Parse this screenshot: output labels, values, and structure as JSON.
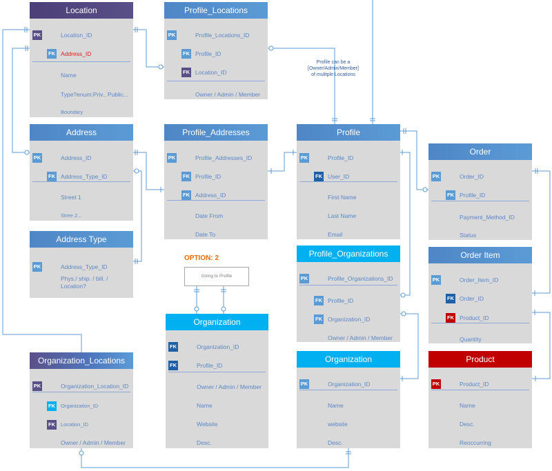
{
  "colors": {
    "header_blue": "#5b9bd5",
    "header_purple": "#5a5088",
    "header_cyan": "#00b0f0",
    "header_red": "#c00000",
    "body_gray": "#d9d9d9",
    "field_text": "#5b86c6",
    "connector": "#5b9bd5",
    "option_orange": "#e46c0a"
  },
  "tables": {
    "location": {
      "title": "Location",
      "fields": [
        {
          "key": "PK",
          "name": "Location_ID"
        },
        {
          "key": "FK",
          "name": "Address_ID"
        },
        {
          "name": "Name"
        },
        {
          "name": "Type?enum:Priv., Public..."
        },
        {
          "name": "Boundary"
        }
      ]
    },
    "profile_locations": {
      "title": "Profile_Locations",
      "fields": [
        {
          "key": "PK",
          "name": "Profile_Locations_ID"
        },
        {
          "key": "FK",
          "name": "Profile_ID"
        },
        {
          "key": "FK",
          "name": "Location_ID"
        },
        {
          "name": "Owner / Admin / Member"
        }
      ]
    },
    "address": {
      "title": "Address",
      "fields": [
        {
          "key": "PK",
          "name": "Address_ID"
        },
        {
          "key": "FK",
          "name": "Address_Type_ID"
        },
        {
          "name": "Street 1"
        },
        {
          "name": "Stree 2..."
        }
      ]
    },
    "profile_addresses": {
      "title": "Profile_Addresses",
      "fields": [
        {
          "key": "PK",
          "name": "Profile_Addresses_ID"
        },
        {
          "key": "FK",
          "name": "Profile_ID"
        },
        {
          "key": "FK",
          "name": "Address_ID"
        },
        {
          "name": "Date From"
        },
        {
          "name": "Date To"
        }
      ]
    },
    "profile": {
      "title": "Profile",
      "fields": [
        {
          "key": "PK",
          "name": "Profile_ID"
        },
        {
          "key": "FK",
          "name": "User_ID"
        },
        {
          "name": "First Name"
        },
        {
          "name": "Last Name"
        },
        {
          "name": "Email"
        }
      ]
    },
    "order": {
      "title": "Order",
      "fields": [
        {
          "key": "PK",
          "name": "Order_ID"
        },
        {
          "key": "FK",
          "name": "Profile_ID"
        },
        {
          "name": "Payment_Method_ID"
        },
        {
          "name": "Status"
        }
      ]
    },
    "address_type": {
      "title": "Address Type",
      "fields": [
        {
          "key": "PK",
          "name": "Address_Type_ID"
        },
        {
          "name": "Phys./ ship. / bill. / Location?"
        }
      ]
    },
    "profile_organizations": {
      "title": "Profile_Organizations",
      "fields": [
        {
          "key": "PK",
          "name": "Profile_Organizations_ID"
        },
        {
          "key": "FK",
          "name": "Profile_ID"
        },
        {
          "key": "FK",
          "name": "Organization_ID"
        },
        {
          "name": "Owner / Admin / Member"
        }
      ]
    },
    "order_item": {
      "title": "Order Item",
      "fields": [
        {
          "key": "PK",
          "name": "Order_Item_ID"
        },
        {
          "key": "FK",
          "name": "Order_ID"
        },
        {
          "key": "FK",
          "name": "Product_ID"
        },
        {
          "name": "Quantity"
        }
      ]
    },
    "organization_option": {
      "title": "Organization",
      "fields": [
        {
          "key": "FK",
          "name": "Organization_ID"
        },
        {
          "key": "FK",
          "name": "Profile_ID"
        },
        {
          "name": "Owner / Admin / Member"
        },
        {
          "name": "Name"
        },
        {
          "name": "Website"
        },
        {
          "name": "Desc."
        }
      ]
    },
    "organization_locations": {
      "title": "Organization_Locations",
      "fields": [
        {
          "key": "PK",
          "name": "Organization_Location_ID"
        },
        {
          "key": "FK",
          "name": "Organization_ID"
        },
        {
          "key": "FK",
          "name": "Location_ID"
        },
        {
          "name": "Owner / Admin / Member"
        }
      ]
    },
    "organization": {
      "title": "Organization",
      "fields": [
        {
          "key": "PK",
          "name": "Organization_ID"
        },
        {
          "name": "Name"
        },
        {
          "name": "website"
        },
        {
          "name": "Desc."
        }
      ]
    },
    "product": {
      "title": "Product",
      "fields": [
        {
          "key": "PK",
          "name": "Product_ID"
        },
        {
          "name": "Name"
        },
        {
          "name": "Desc."
        },
        {
          "name": "Reoccurring"
        }
      ]
    }
  },
  "annotations": {
    "profile_note": [
      "Profile can be a",
      "[Owner/Admin/Member]",
      "of mulitple Locations"
    ],
    "option_label": "OPTION: 2",
    "going_to_profile": "Going to Profile"
  }
}
